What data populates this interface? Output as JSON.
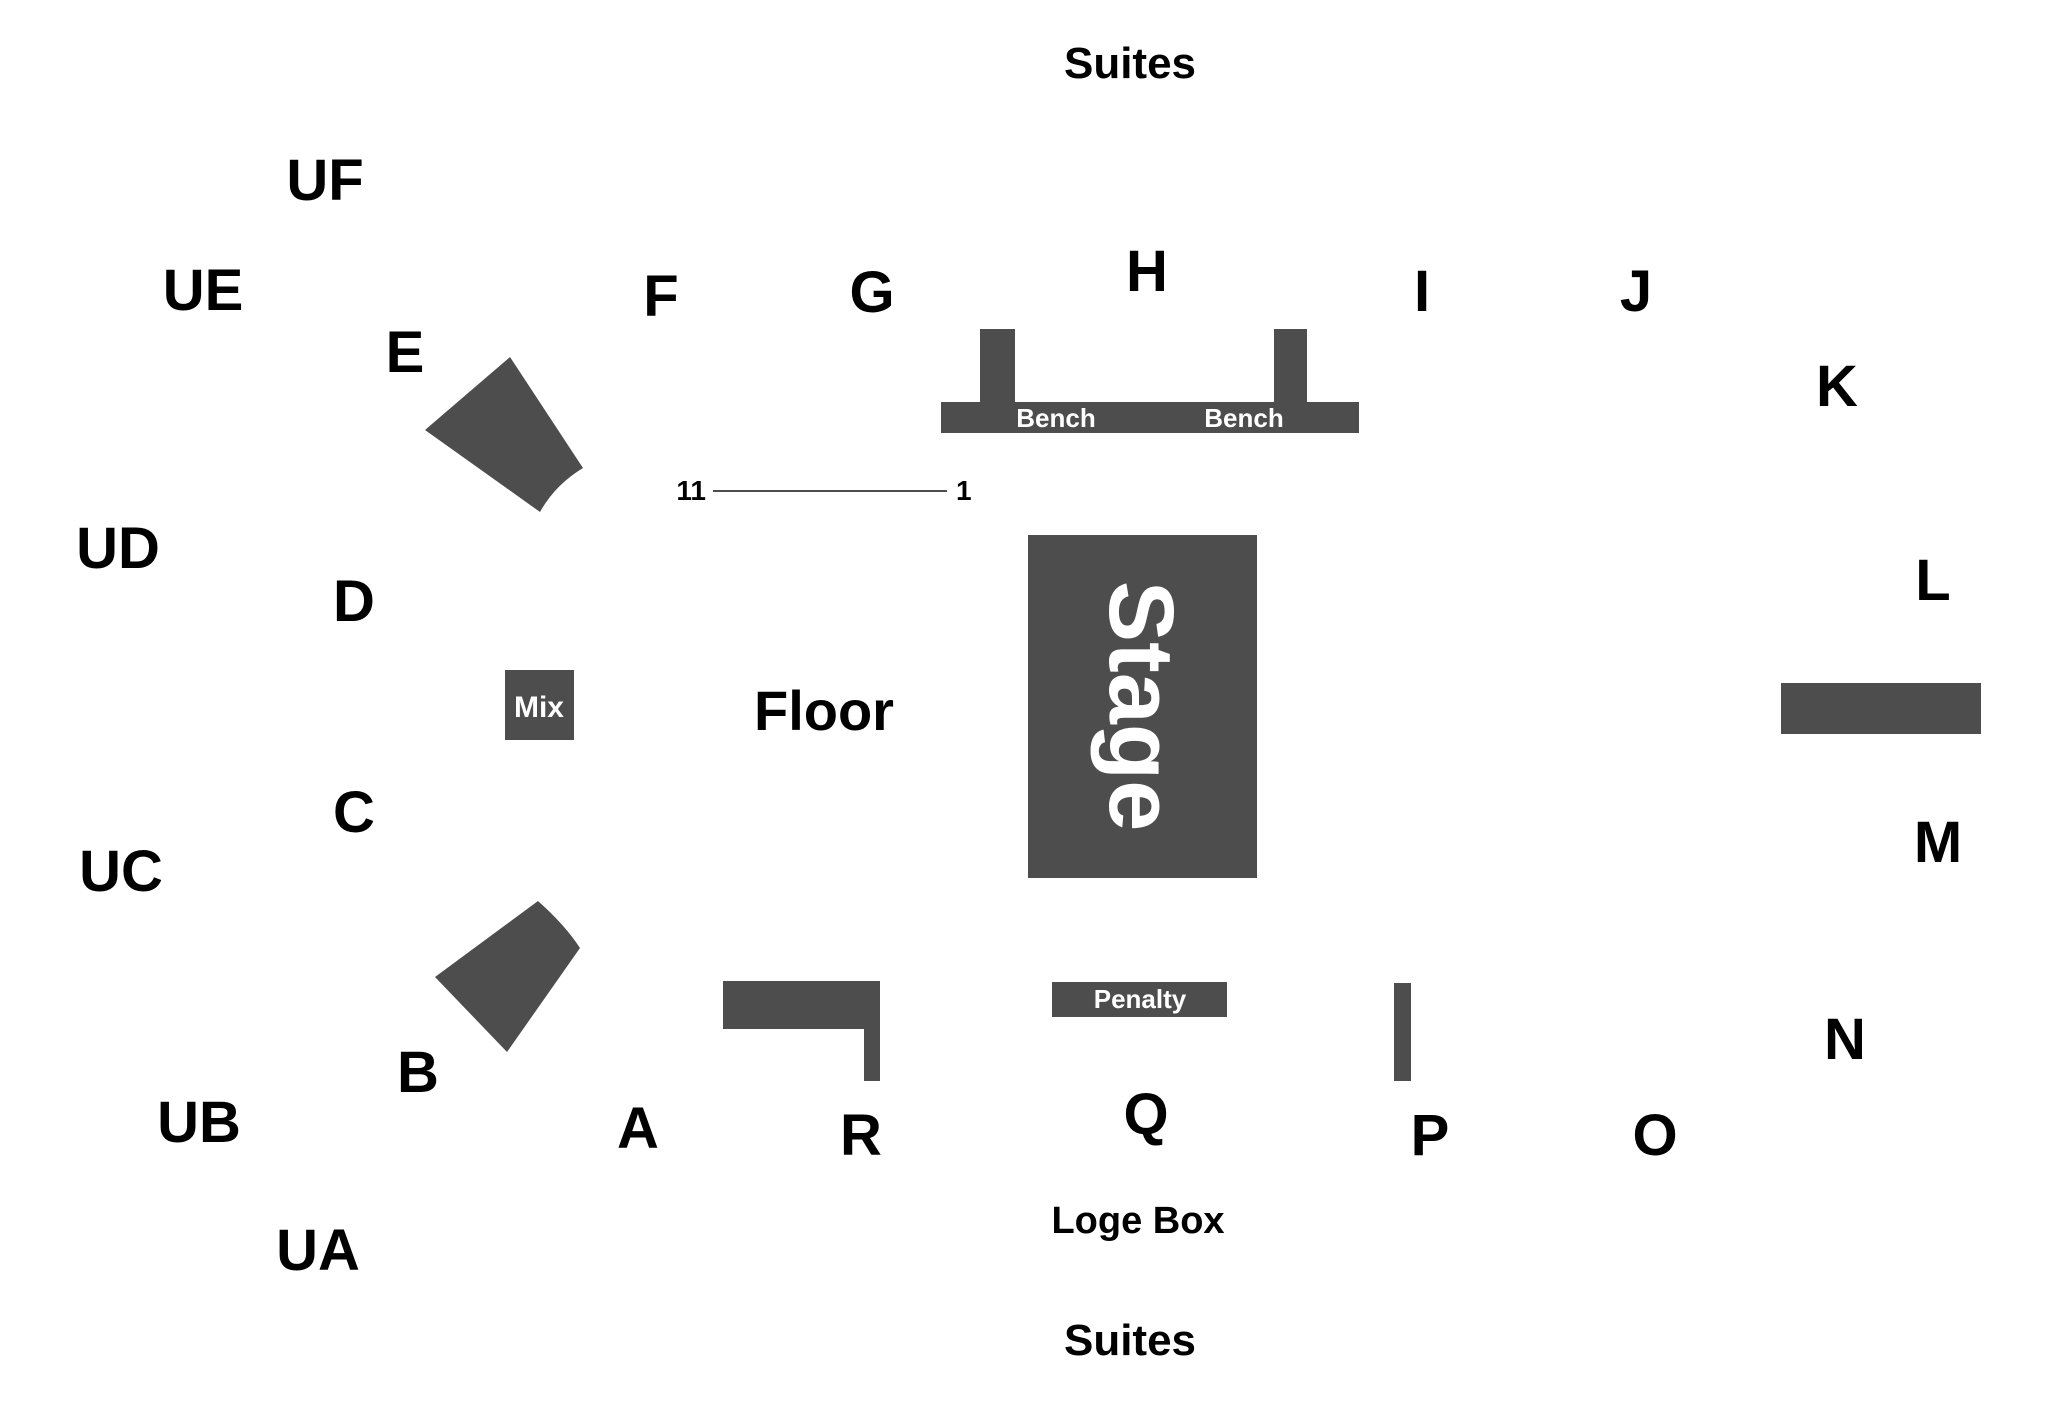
{
  "colors": {
    "background": "#ffffff",
    "shape": "#4d4d4d",
    "label": "#000000",
    "label_on_shape": "#ffffff"
  },
  "labels": {
    "suites_top": "Suites",
    "suites_bottom": "Suites",
    "loge_box": "Loge Box",
    "floor": "Floor",
    "stage": "Stage",
    "mix": "Mix",
    "bench_left": "Bench",
    "bench_right": "Bench",
    "penalty": "Penalty",
    "row_start": "11",
    "row_end": "1"
  },
  "sections": {
    "UF": "UF",
    "UE": "UE",
    "UD": "UD",
    "UC": "UC",
    "UB": "UB",
    "UA": "UA",
    "A": "A",
    "B": "B",
    "C": "C",
    "D": "D",
    "E": "E",
    "F": "F",
    "G": "G",
    "H": "H",
    "I": "I",
    "J": "J",
    "K": "K",
    "L": "L",
    "M": "M",
    "N": "N",
    "O": "O",
    "P": "P",
    "Q": "Q",
    "R": "R"
  }
}
